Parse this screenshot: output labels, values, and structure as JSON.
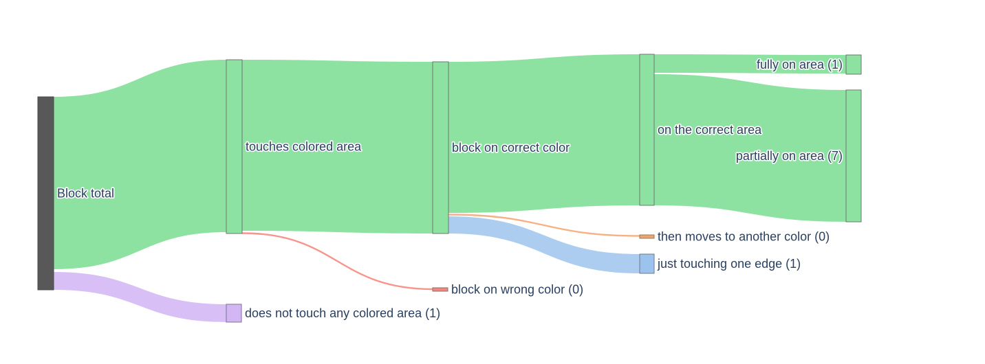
{
  "chart_data": {
    "type": "sankey",
    "title": "",
    "background": "#ffffff",
    "text_color": "#2a3f5f",
    "total": 10,
    "nodes": [
      {
        "id": "block_total",
        "label": "Block total",
        "value": 10,
        "color": "#585858",
        "border": "#4a4a4a"
      },
      {
        "id": "touches",
        "label": "touches colored area",
        "value": 9,
        "color": "#8de2a2",
        "border": "#6f756e"
      },
      {
        "id": "correct_color",
        "label": "block on correct color",
        "value": 9,
        "color": "#8de2a2",
        "border": "#6f756e"
      },
      {
        "id": "correct_area",
        "label": "on the correct area",
        "value": 8,
        "color": "#8de2a2",
        "border": "#6f756e"
      },
      {
        "id": "fully",
        "label": "fully on area (1)",
        "value": 1,
        "color": "#8de2a2",
        "border": "#6f756e"
      },
      {
        "id": "partially",
        "label": "partially on area (7)",
        "value": 7,
        "color": "#8de2a2",
        "border": "#6f756e"
      },
      {
        "id": "moves",
        "label": "then moves to another color (0)",
        "value": 0,
        "color": "#f2a369",
        "border": "#8a7f64"
      },
      {
        "id": "touch_edge",
        "label": "just touching one edge (1)",
        "value": 1,
        "color": "#9cc3ed",
        "border": "#6f7a8a"
      },
      {
        "id": "wrong_color",
        "label": "block on wrong color (0)",
        "value": 0,
        "color": "#f0887e",
        "border": "#8a6f6e"
      },
      {
        "id": "no_touch",
        "label": "does not touch any colored area (1)",
        "value": 1,
        "color": "#d3b7f5",
        "border": "#7d738f"
      }
    ],
    "links": [
      {
        "source": "block_total",
        "target": "touches",
        "value": 9,
        "color": "#8de2a2"
      },
      {
        "source": "block_total",
        "target": "no_touch",
        "value": 1,
        "color": "#d8c0f7"
      },
      {
        "source": "touches",
        "target": "correct_color",
        "value": 9,
        "color": "#8de2a2"
      },
      {
        "source": "touches",
        "target": "wrong_color",
        "value": 0,
        "color": "#f7958d"
      },
      {
        "source": "correct_color",
        "target": "correct_area",
        "value": 8,
        "color": "#8de2a2"
      },
      {
        "source": "correct_color",
        "target": "moves",
        "value": 0,
        "color": "#f7b083"
      },
      {
        "source": "correct_color",
        "target": "touch_edge",
        "value": 1,
        "color": "#accdf0"
      },
      {
        "source": "correct_area",
        "target": "fully",
        "value": 1,
        "color": "#8de2a2"
      },
      {
        "source": "correct_area",
        "target": "partially",
        "value": 7,
        "color": "#8de2a2"
      }
    ]
  }
}
